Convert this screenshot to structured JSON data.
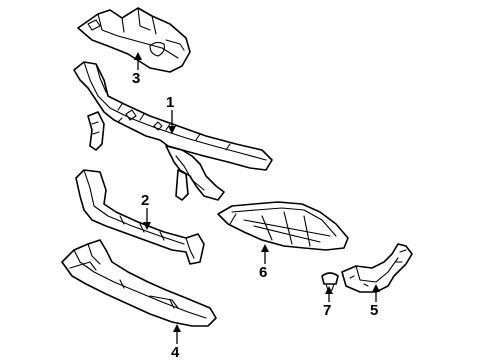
{
  "diagram": {
    "callouts": [
      {
        "id": "1",
        "label": "1"
      },
      {
        "id": "2",
        "label": "2"
      },
      {
        "id": "3",
        "label": "3"
      },
      {
        "id": "4",
        "label": "4"
      },
      {
        "id": "5",
        "label": "5"
      },
      {
        "id": "6",
        "label": "6"
      },
      {
        "id": "7",
        "label": "7"
      }
    ],
    "line_color": "#000000",
    "background": "#ffffff"
  }
}
